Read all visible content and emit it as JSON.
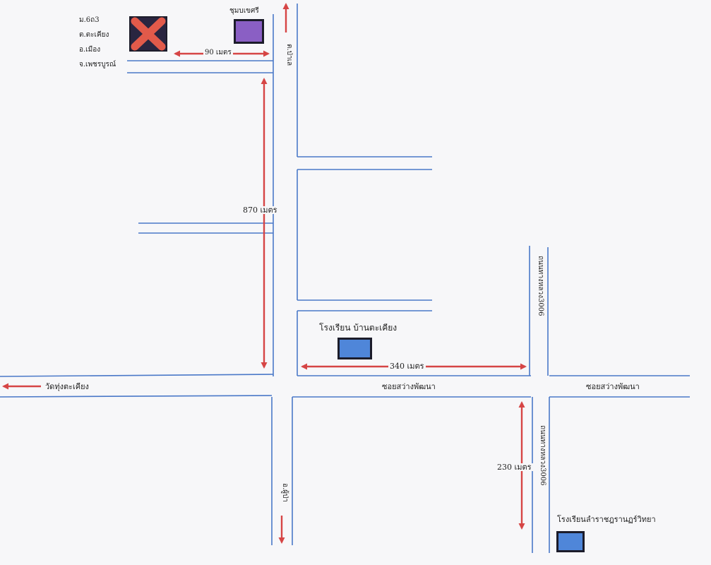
{
  "address": {
    "lines": [
      "ม.6ถ3",
      "ต.ตะเคียง",
      "อ.เมือง",
      "จ.เพชรบูรณ์"
    ]
  },
  "landmarks": {
    "subdistrict_office": "ชุมบเขศรี",
    "school_1": "โรงเรียน บ้านตะเคียง",
    "school_2": "โรงเรียนลำราชฎรานฏร์วิทยา"
  },
  "roads": {
    "north": "ต.ป่าเล",
    "south": "อ.ผู้ป่า",
    "west": "วัดทุ่งตะเคียง",
    "main_1": "ซอยสว่างพัฒนา",
    "main_2": "ซอยสว่างพัฒนา",
    "side_north": "ถนนทางหลวง3006",
    "side_south": "ถนนทางหลวง3006"
  },
  "distances": {
    "d1": "90 เมตร",
    "d2": "870 เมตร",
    "d3": "340 เมตร",
    "d4": "230 เมตร"
  },
  "colors": {
    "road_line": "#4a78c8",
    "arrow": "#d64545",
    "target_marker": "#e25a4a",
    "office_marker": "#8a5fc4",
    "school_marker": "#4f86d9"
  }
}
